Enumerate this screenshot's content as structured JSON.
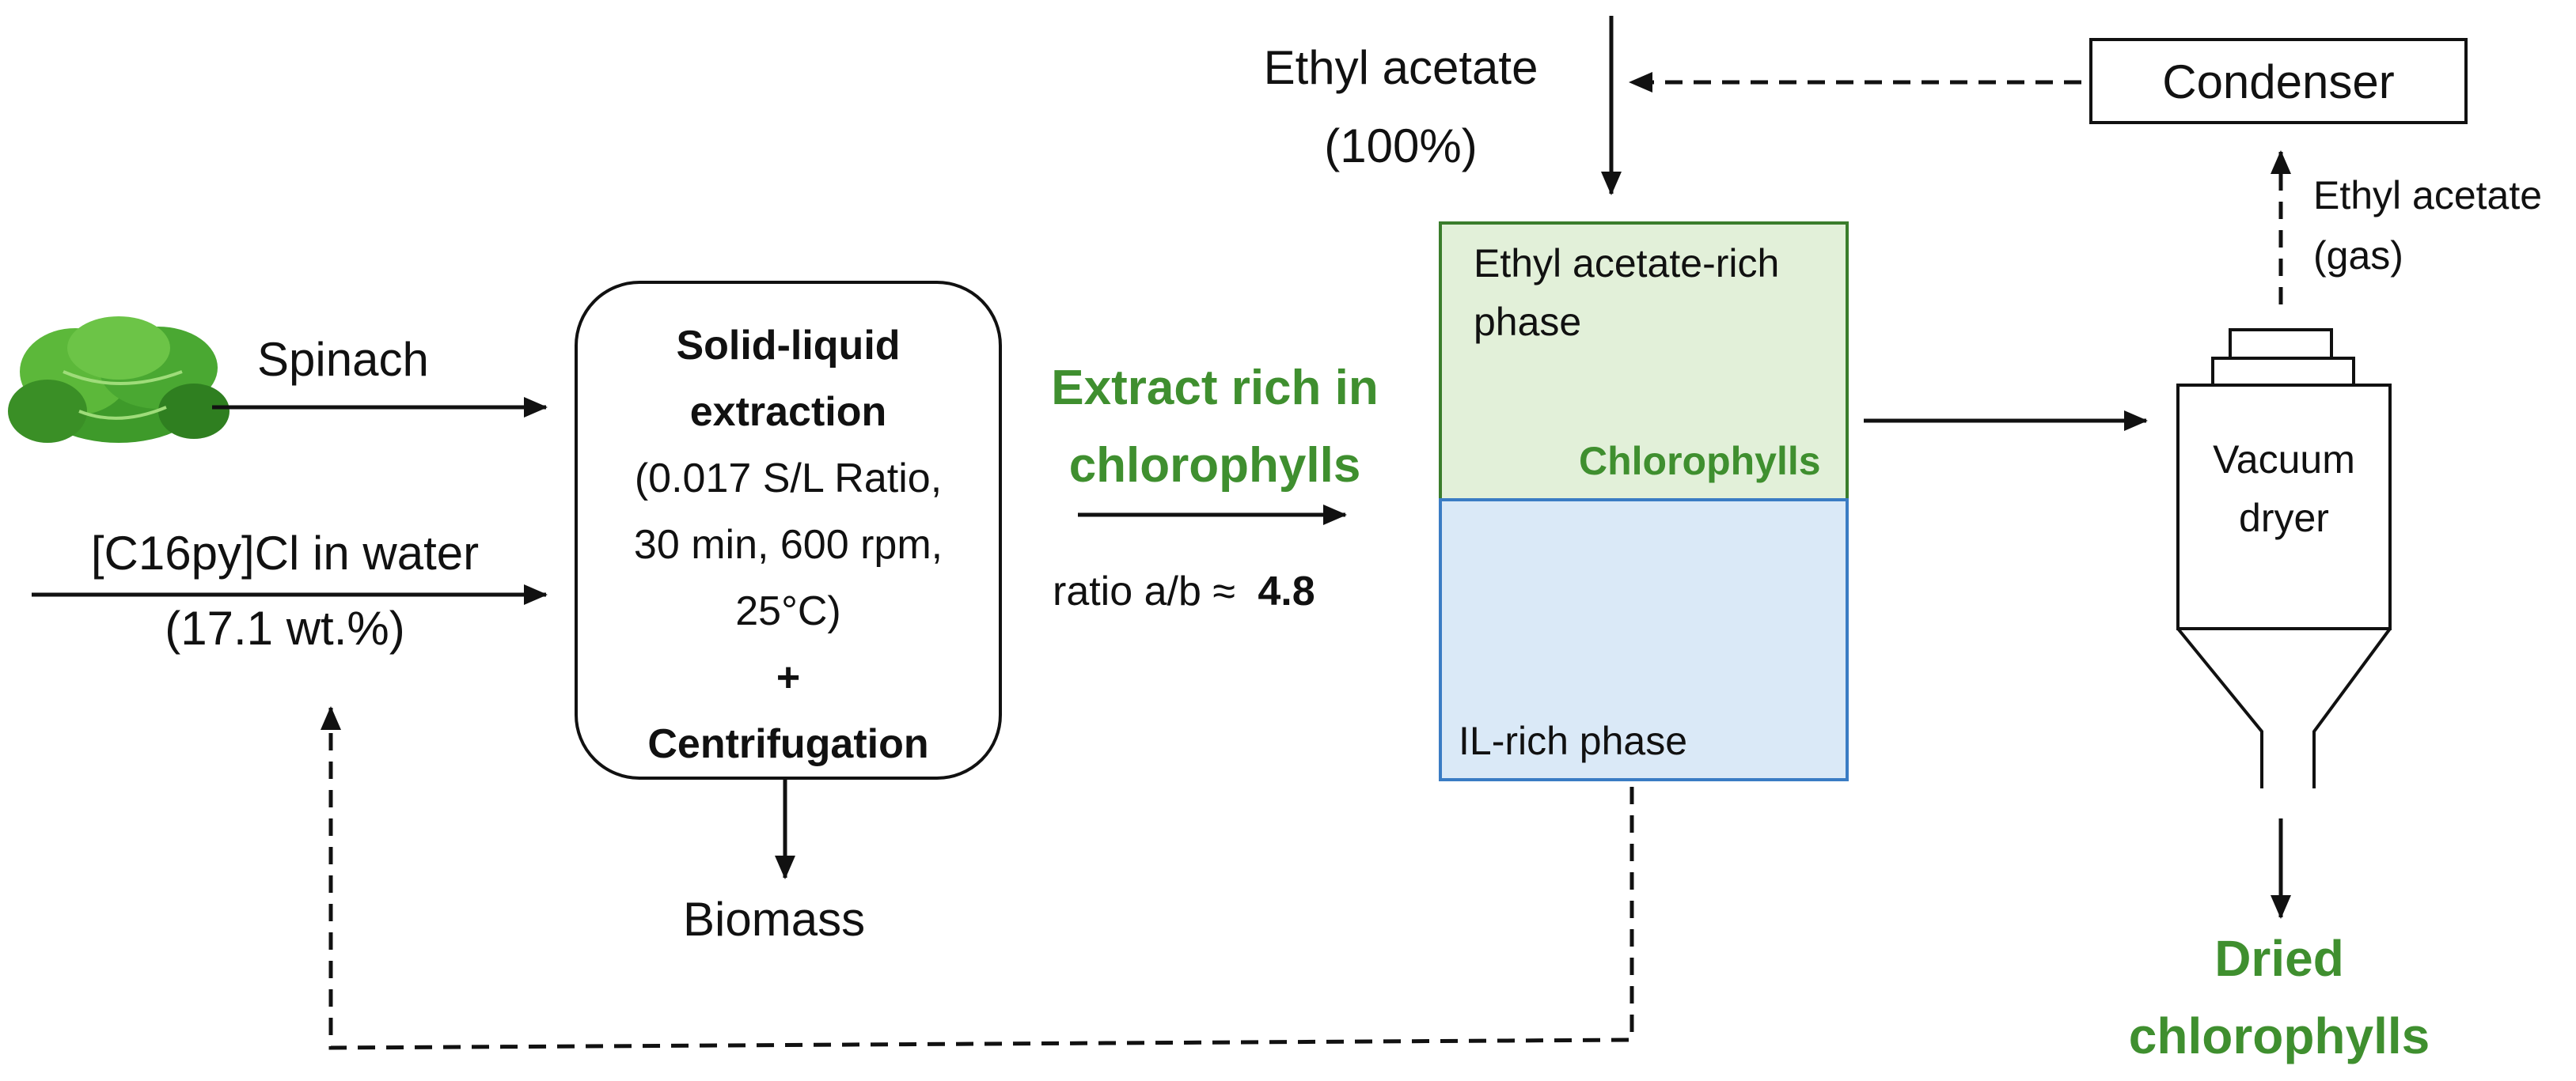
{
  "inputs": {
    "spinach": "Spinach",
    "solvent_line1": "[C16py]Cl in water",
    "solvent_line2": "(17.1 wt.%)"
  },
  "extraction_box": {
    "title_line1": "Solid-liquid",
    "title_line2": "extraction",
    "cond_line1": "(0.017 S/L Ratio,",
    "cond_line2": "30 min, 600 rpm,",
    "cond_line3": "25°C)",
    "plus": "+",
    "step2": "Centrifugation"
  },
  "biomass": "Biomass",
  "extract": {
    "line1": "Extract rich in",
    "line2": "chlorophylls",
    "ratio_label": "ratio a/b ≈",
    "ratio_value": "4.8"
  },
  "ethyl_acetate_feed": {
    "line1": "Ethyl acetate",
    "line2": "(100%)"
  },
  "separator": {
    "top_phase_line1": "Ethyl acetate-rich",
    "top_phase_line2": "phase",
    "top_phase_product": "Chlorophylls",
    "bottom_phase": "IL-rich phase"
  },
  "condenser": "Condenser",
  "ethyl_acetate_gas": {
    "line1": "Ethyl acetate",
    "line2": "(gas)"
  },
  "dryer": {
    "line1": "Vacuum",
    "line2": "dryer"
  },
  "product": {
    "line1": "Dried",
    "line2": "chlorophylls"
  },
  "colors": {
    "green_text": "#3f8f2f",
    "top_phase_fill": "#e2f0d9",
    "top_phase_border": "#3a7d2c",
    "bottom_phase_fill": "#dae9f7",
    "bottom_phase_border": "#3a7cc4"
  }
}
